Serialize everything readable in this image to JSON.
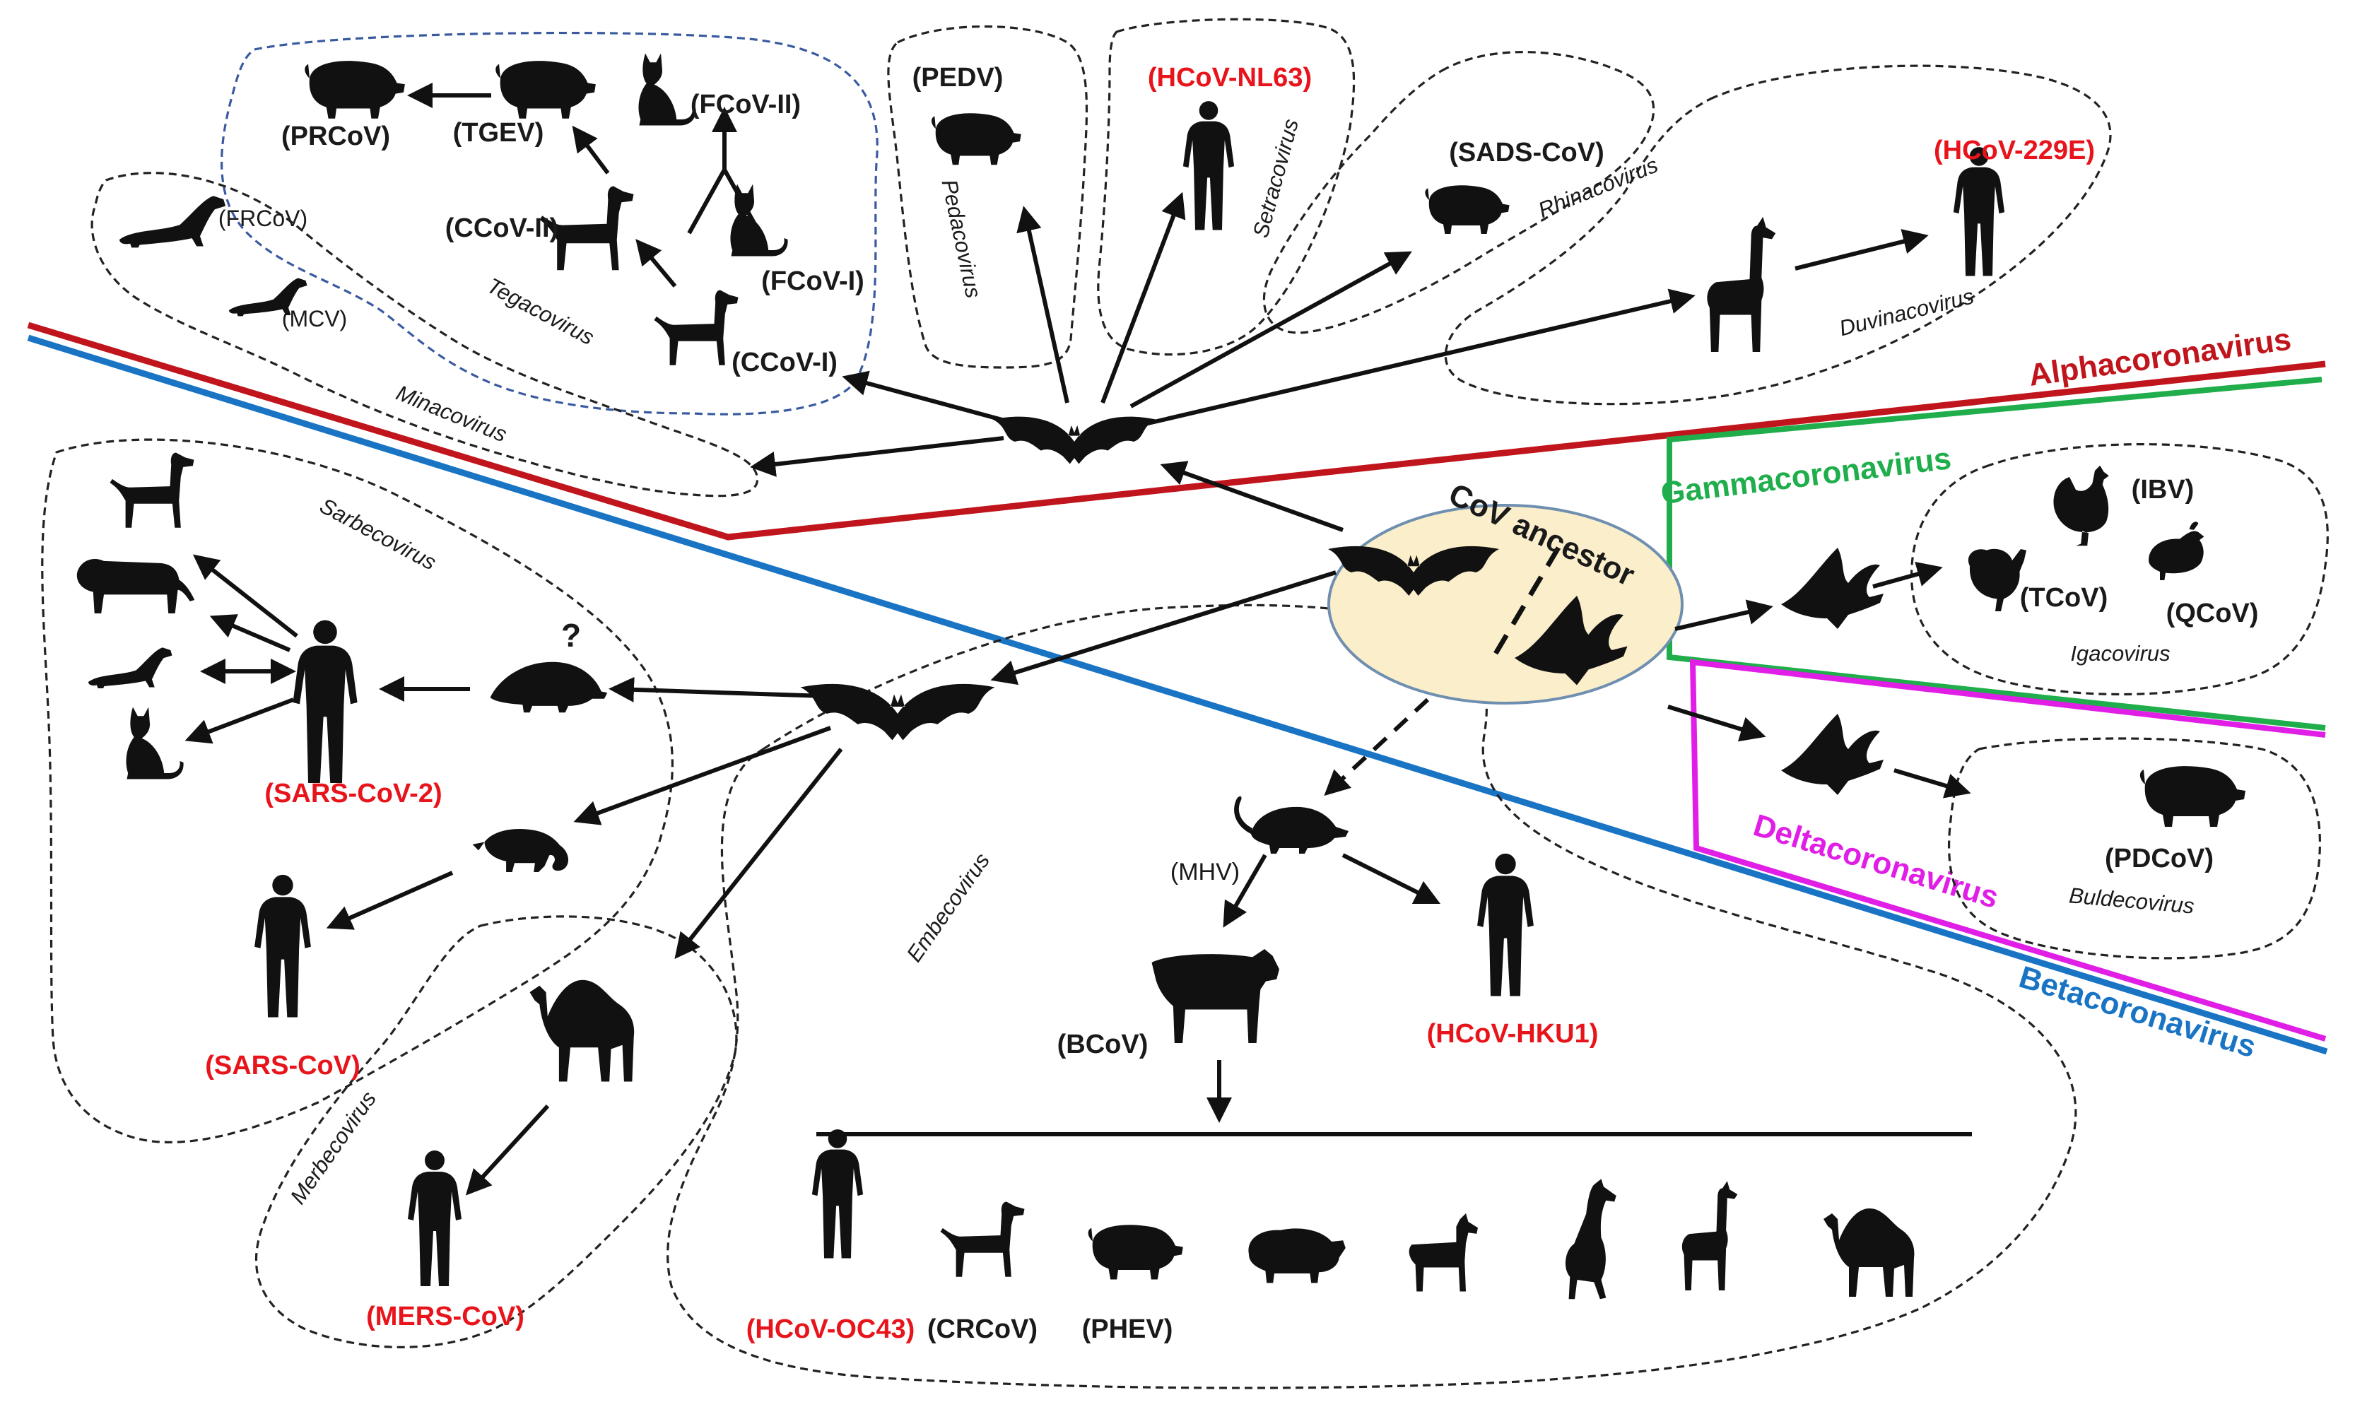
{
  "ancestor": {
    "label": "CoV ancestor"
  },
  "families": {
    "alpha": {
      "label": "Alphacoronavirus",
      "color": "#c0151c"
    },
    "beta": {
      "label": "Betacoronavirus",
      "color": "#1a74c4"
    },
    "gamma": {
      "label": "Gammacoronavirus",
      "color": "#1fae4b"
    },
    "delta": {
      "label": "Deltacoronavirus",
      "color": "#e01ee6"
    }
  },
  "genera": {
    "tegacovirus": "Tegacovirus",
    "minacovirus": "Minacovirus",
    "pedacovirus": "Pedacovirus",
    "setracovirus": "Setracovirus",
    "rhinacovirus": "Rhinacovirus",
    "duvinacovirus": "Duvinacovirus",
    "sarbecovirus": "Sarbecovirus",
    "merbecovirus": "Merbecovirus",
    "embecovirus": "Embecovirus",
    "igacovirus": "Igacovirus",
    "buldecovirus": "Buldecovirus"
  },
  "viruses": {
    "prcov": "(PRCoV)",
    "tgev": "(TGEV)",
    "fcov2": "(FCoV-II)",
    "ccov2": "(CCoV-II)",
    "fcov1": "(FCoV-I)",
    "ccov1": "(CCoV-I)",
    "frcov": "(FRCoV)",
    "mcv": "(MCV)",
    "pedv": "(PEDV)",
    "nl63": "(HCoV-NL63)",
    "sads": "(SADS-CoV)",
    "e229": "(HCoV-229E)",
    "ibv": "(IBV)",
    "tcov": "(TCoV)",
    "qcov": "(QCoV)",
    "pdcov": "(PDCoV)",
    "sars2": "(SARS-CoV-2)",
    "sars": "(SARS-CoV)",
    "mers": "(MERS-CoV)",
    "mhv": "(MHV)",
    "bcov": "(BCoV)",
    "hku1": "(HCoV-HKU1)",
    "oc43": "(HCoV-OC43)",
    "crcov": "(CRCoV)",
    "phev": "(PHEV)"
  },
  "marks": {
    "unknown": "?"
  },
  "human_virus_color": "#e8141b",
  "icons": [
    "bat-icon",
    "bird-icon",
    "pig-icon",
    "cat-icon",
    "dog-icon",
    "human-icon",
    "ferret-icon",
    "llama-icon",
    "camel-icon",
    "pangolin-icon",
    "civet-icon",
    "tiger-icon",
    "mouse-icon",
    "cow-icon",
    "sheep-icon",
    "goat-icon",
    "horse-icon",
    "chicken-icon",
    "turkey-icon",
    "quail-icon"
  ]
}
